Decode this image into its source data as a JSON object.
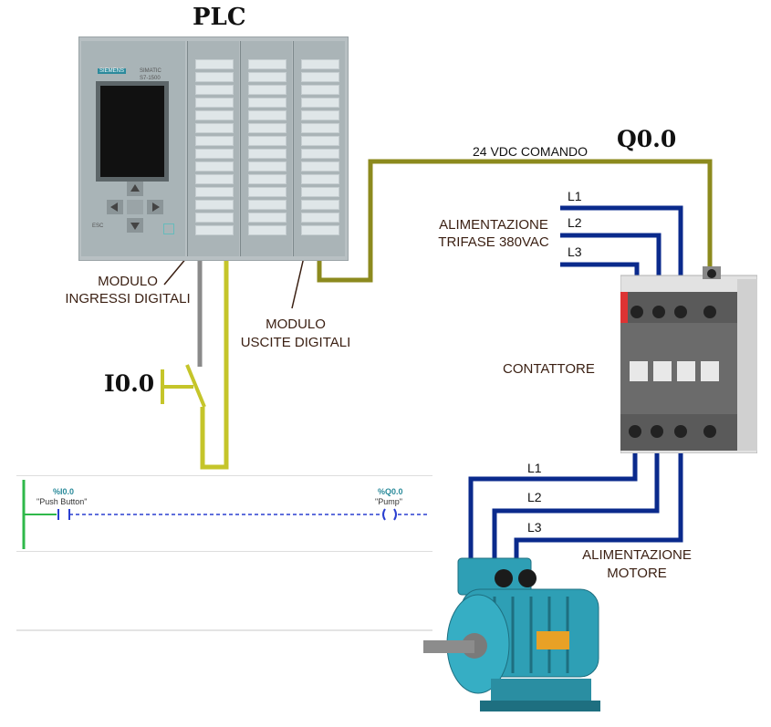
{
  "title": "PLC",
  "labels": {
    "command": "24 VDC COMANDO",
    "output_address": "Q0.0",
    "input_address": "I0.0",
    "supply_line1": "ALIMENTAZIONE",
    "supply_line2": "TRIFASE 380VAC",
    "input_module_line1": "MODULO",
    "input_module_line2": "INGRESSI DIGITALI",
    "output_module_line1": "MODULO",
    "output_module_line2": "USCITE DIGITALI",
    "contactor": "CONTATTORE",
    "motor_supply_line1": "ALIMENTAZIONE",
    "motor_supply_line2": "MOTORE",
    "phases_top": [
      "L1",
      "L2",
      "L3"
    ],
    "phases_bottom": [
      "L1",
      "L2",
      "L3"
    ]
  },
  "plc_unit": {
    "brand": "SIEMENS",
    "model_line1": "SIMATIC",
    "model_line2": "S7-1500",
    "esc": "ESC"
  },
  "ladder": {
    "contact_address": "%I0.0",
    "contact_name": "\"Push Button\"",
    "coil_address": "%Q0.0",
    "coil_name": "\"Pump\""
  },
  "colors": {
    "control_wire": "#8c8a1e",
    "input_wire": "#c5c52a",
    "gray_wire": "#8a8a8a",
    "phase_wire": "#0a2a8c",
    "ladder_rail": "#2fb84a",
    "ladder_link": "#2a3fd0",
    "motor_body": "#2e9fb5"
  }
}
